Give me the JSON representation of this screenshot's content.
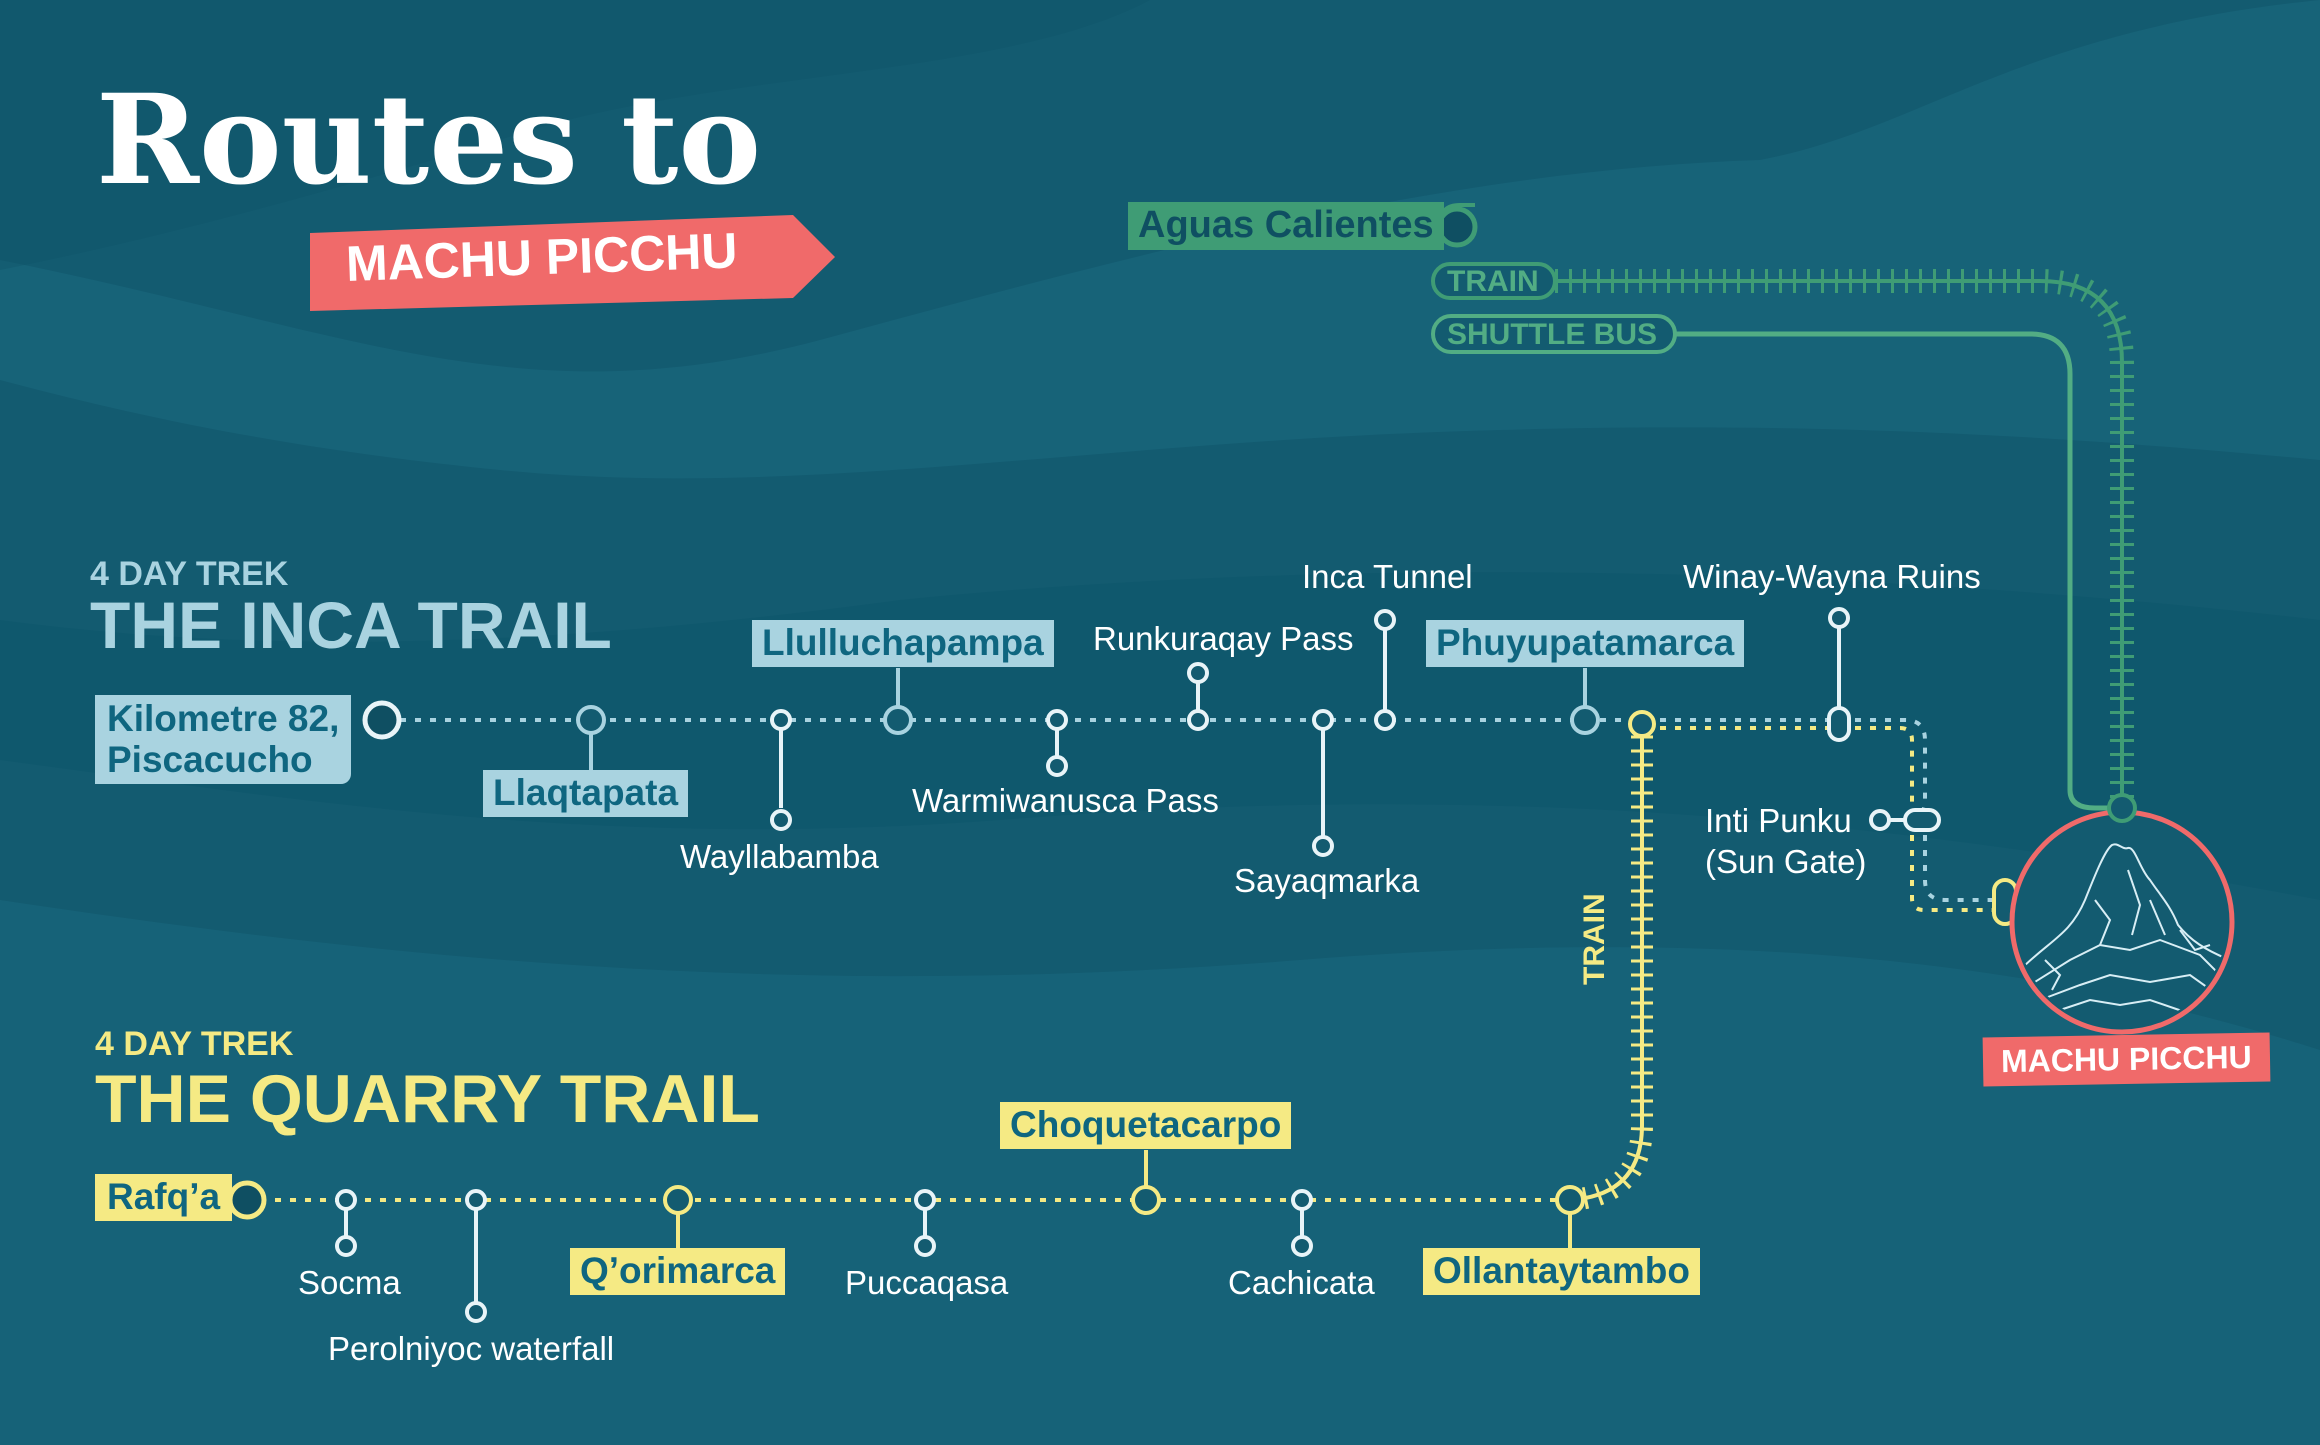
{
  "title": {
    "line1": "Routes to",
    "ribbon": "MACHU PICCHU"
  },
  "colors": {
    "background": "#135b70",
    "inca_light": "#a9d3e0",
    "inca_dark": "#0f6680",
    "quarry_yellow": "#f5ea84",
    "bus_green": "#52ad84",
    "train_green": "#3f9c75",
    "coral": "#f06a6a"
  },
  "inca": {
    "kicker": "4 DAY TREK",
    "name": "THE INCA TRAIL",
    "start": "Kilometre 82,\nPiscacucho",
    "stops": {
      "llaqtapata": "Llaqtapata",
      "wayllabamba": "Wayllabamba",
      "llulluchapampa": "Llulluchapampa",
      "warmiwanusca": "Warmiwanusca Pass",
      "runkuraqay": "Runkuraqay Pass",
      "sayaqmarka": "Sayaqmarka",
      "inca_tunnel": "Inca Tunnel",
      "phuyupatamarca": "Phuyupatamarca",
      "winay_wayna": "Winay-Wayna Ruins",
      "inti_punku": "Inti Punku\n(Sun Gate)"
    }
  },
  "quarry": {
    "kicker": "4 DAY TREK",
    "name": "THE QUARRY TRAIL",
    "start": "Rafq’a",
    "stops": {
      "socma": "Socma",
      "perolniyoc": "Perolniyoc waterfall",
      "qorimarca": "Q’orimarca",
      "puccaqasa": "Puccaqasa",
      "choquetacarpo": "Choquetacarpo",
      "cachicata": "Cachicata",
      "ollantaytambo": "Ollantaytambo"
    },
    "train_label": "TRAIN"
  },
  "aguas": {
    "name": "Aguas Calientes",
    "train": "TRAIN",
    "bus": "SHUTTLE BUS"
  },
  "destination": {
    "label": "MACHU PICCHU",
    "icon": "mountain-icon"
  }
}
